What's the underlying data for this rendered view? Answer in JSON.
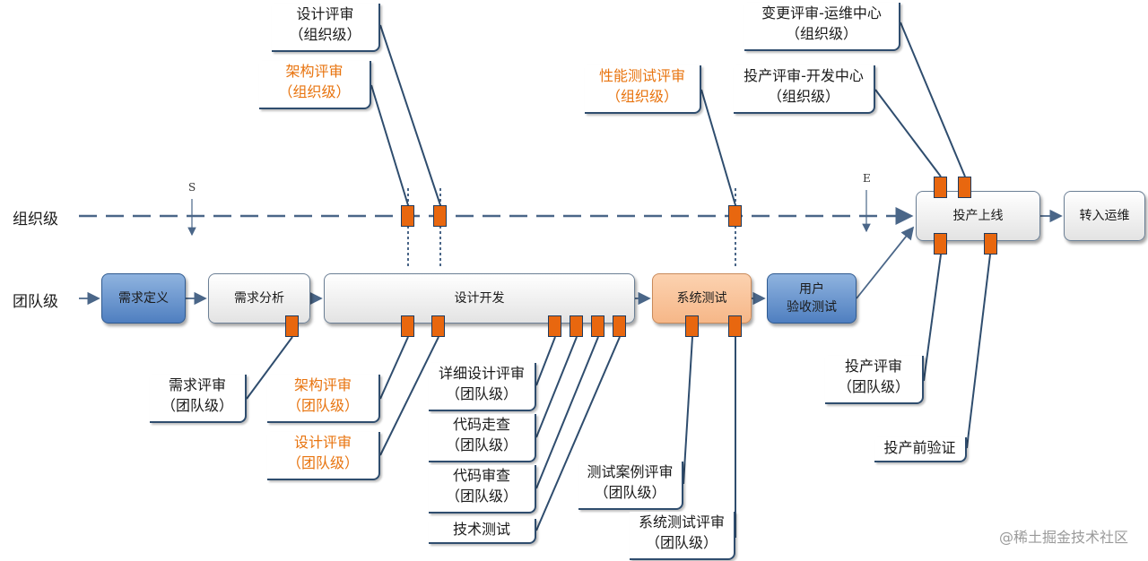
{
  "lanes": {
    "org": "组织级",
    "team": "团队级"
  },
  "markers": {
    "start": "S",
    "end": "E"
  },
  "processes": {
    "req_def": "需求定义",
    "req_analysis": "需求分析",
    "design_dev": "设计开发",
    "sys_test": "系统测试",
    "uat_line1": "用户",
    "uat_line2": "验收测试",
    "go_live": "投产上线",
    "to_ops": "转入运维"
  },
  "callouts": {
    "design_review_org": [
      "设计评审",
      "（组织级）"
    ],
    "arch_review_org": [
      "架构评审",
      "（组织级）"
    ],
    "perf_review_org": [
      "性能测试评审",
      "（组织级）"
    ],
    "change_review_org": [
      "变更评审-运维中心",
      "（组织级）"
    ],
    "release_review_org": [
      "投产评审-开发中心",
      "（组织级）"
    ],
    "req_review_team": [
      "需求评审",
      "（团队级）"
    ],
    "arch_review_team": [
      "架构评审",
      "（团队级）"
    ],
    "design_review_team": [
      "设计评审",
      "（团队级）"
    ],
    "detail_design_team": [
      "详细设计评审",
      "（团队级）"
    ],
    "code_walk_team": [
      "代码走查",
      "（团队级）"
    ],
    "code_review_team": [
      "代码审查",
      "（团队级）"
    ],
    "tech_test": [
      "技术测试"
    ],
    "testcase_review_team": [
      "测试案例评审",
      "（团队级）"
    ],
    "systest_review_team": [
      "系统测试评审",
      "（团队级）"
    ],
    "release_review_team": [
      "投产评审",
      "（团队级）"
    ],
    "pre_release_verify": [
      "投产前验证"
    ]
  },
  "watermark": "@稀土掘金技术社区",
  "colors": {
    "gate": "#e8670f",
    "line": "#2f4d6e",
    "dashed": "#4a6688",
    "orange_text": "#e8740f",
    "blue_box": "#4f7fc0",
    "orange_box": "#f6b788"
  }
}
